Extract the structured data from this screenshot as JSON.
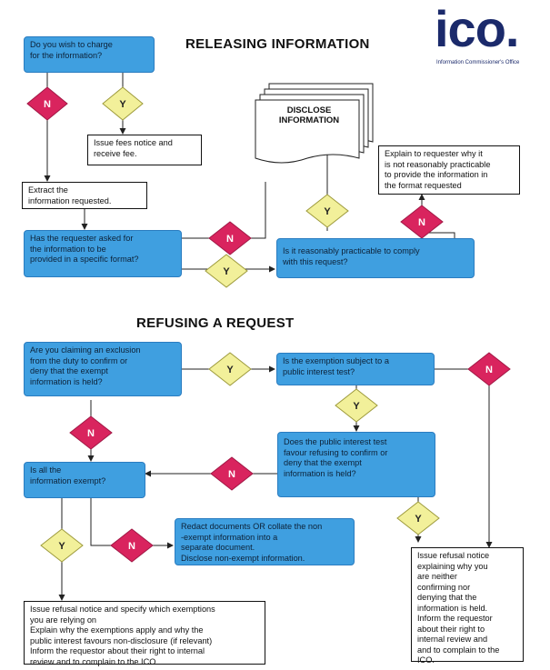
{
  "logo": {
    "text": "ico.",
    "subtitle": "Information Commissioner's Office"
  },
  "headings": {
    "releasing": "RELEASING INFORMATION",
    "refusing": "REFUSING A REQUEST"
  },
  "colors": {
    "question": "#3f9fe0",
    "yes": "#f2f09a",
    "no": "#d9245e"
  },
  "labels": {
    "yes": "Y",
    "no": "N"
  },
  "releasing": {
    "q_charge": "Do you wish to charge\nfor the information?",
    "issue_fees": "Issue fees notice and\nreceive fee.",
    "extract": "Extract the\ninformation requested.",
    "q_format": "Has the requester asked for\nthe information to be\nprovided in a specific format?",
    "disclose": "DISCLOSE\nINFORMATION",
    "explain": "Explain to requester why it\nis not reasonably practicable\nto provide the information in\nthe format requested",
    "q_practicable": "Is it reasonably practicable to comply\nwith this request?"
  },
  "refusing": {
    "q_exclusion": "Are you claiming an exclusion\nfrom the duty to confirm or\ndeny that the exempt\ninformation is held?",
    "q_public_interest": "Is the exemption subject to a\npublic interest test?",
    "q_favour": "Does the public interest test\nfavour refusing to confirm or\ndeny that the exempt\ninformation is held?",
    "q_all_exempt": "Is all the\ninformation exempt?",
    "redact": "Redact documents OR collate the non\n-exempt information into a\nseparate document.\nDisclose non-exempt information.",
    "refusal_ncnd": "Issue refusal notice\nexplaining why you\nare neither\nconfirming nor\ndenying that the\ninformation is held.\nInform the requestor\nabout their right to\ninternal review and\nand to complain to the\nICO.",
    "refusal_exemptions": "Issue refusal notice and specify which exemptions\nyou are relying on\nExplain why the exemptions apply and why the\npublic interest favours non-disclosure (if relevant)\nInform the requestor about their right to internal\nreview and to complain to the ICO"
  }
}
